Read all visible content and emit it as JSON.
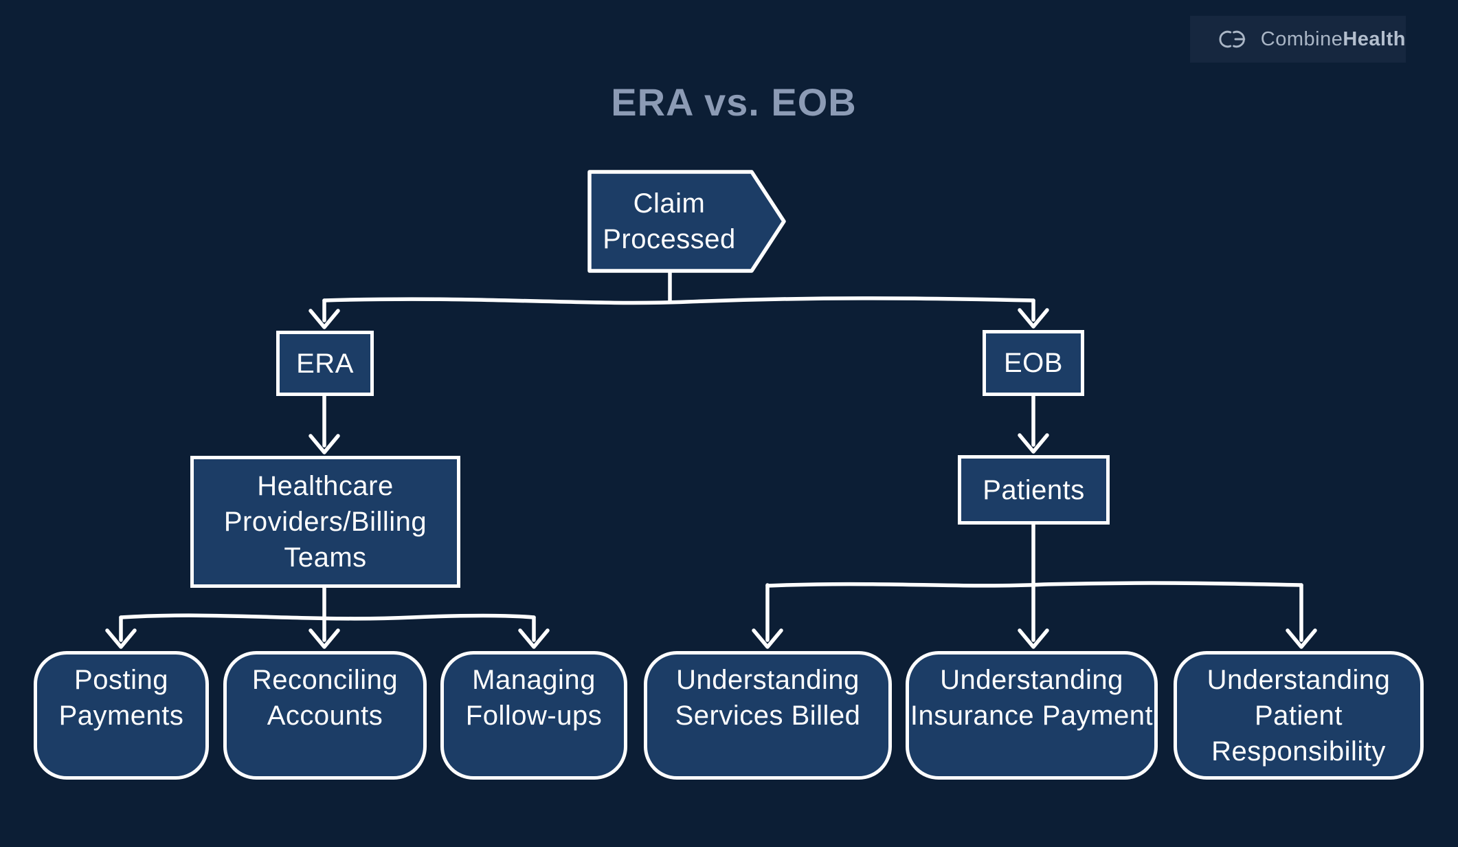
{
  "page": {
    "title": "ERA vs. EOB",
    "background_color": "#0c1e35",
    "title_color": "#8c9bb5"
  },
  "logo": {
    "icon": "combinehealth-ch-icon",
    "brand_regular": "Combine",
    "brand_bold": "Health"
  },
  "colors": {
    "node_fill": "#1c3d66",
    "line_stroke": "#ffffff",
    "text": "#ffffff"
  },
  "nodes": {
    "root": "Claim Processed",
    "era": "ERA",
    "eob": "EOB",
    "era_child": "Healthcare Providers/Billing Teams",
    "eob_child": "Patients",
    "era_leaves": [
      "Posting Payments",
      "Reconciling Accounts",
      "Managing Follow-ups"
    ],
    "eob_leaves": [
      "Understanding Services Billed",
      "Understanding Insurance Payment",
      "Understanding Patient Responsibility"
    ]
  }
}
